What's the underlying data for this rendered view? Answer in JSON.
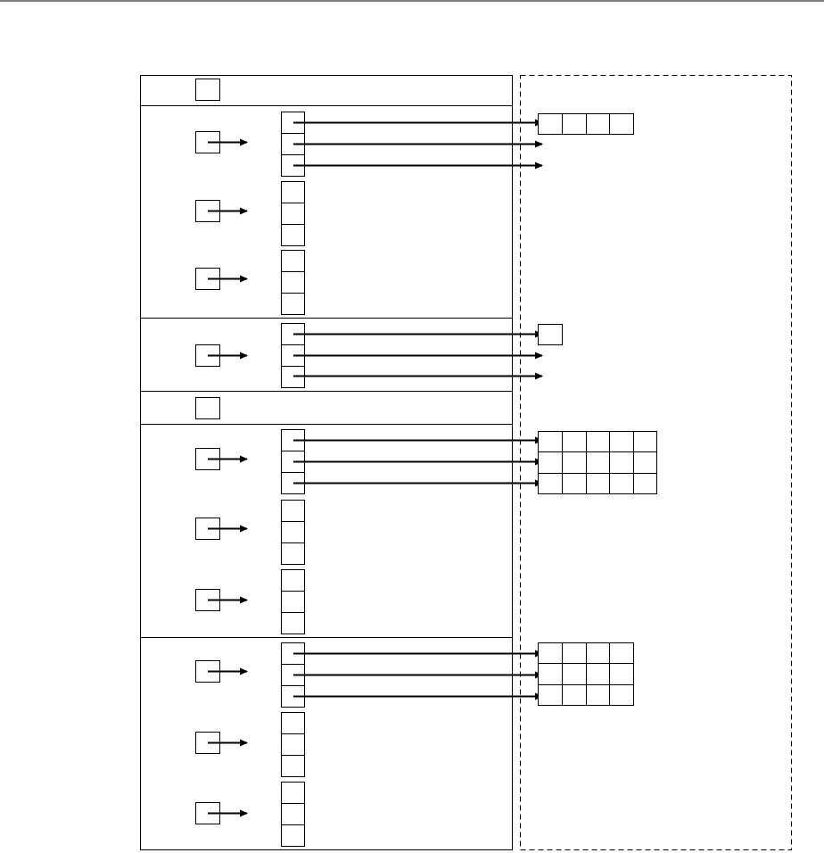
{
  "diagram": {
    "description_colors": {
      "stroke": "#000000",
      "background": "#ffffff"
    },
    "sections": [
      {
        "kind": "scalar-cell"
      },
      {
        "kind": "pointer-group",
        "groups": 3,
        "target": {
          "rows": 1,
          "cols": 4,
          "arrows_from_first_group": 3
        }
      },
      {
        "kind": "pointer-group",
        "groups": 1,
        "target": {
          "rows": 1,
          "cols": 1,
          "arrows_from_first_group": 3
        }
      },
      {
        "kind": "scalar-cell"
      },
      {
        "kind": "pointer-group",
        "groups": 3,
        "target": {
          "rows": 3,
          "cols": 5,
          "arrows_from_first_group": 3
        }
      },
      {
        "kind": "pointer-group",
        "groups": 3,
        "target": {
          "rows": 3,
          "cols": 4,
          "arrows_from_first_group": 3
        }
      }
    ],
    "heap_region": {
      "border": "dashed"
    }
  }
}
